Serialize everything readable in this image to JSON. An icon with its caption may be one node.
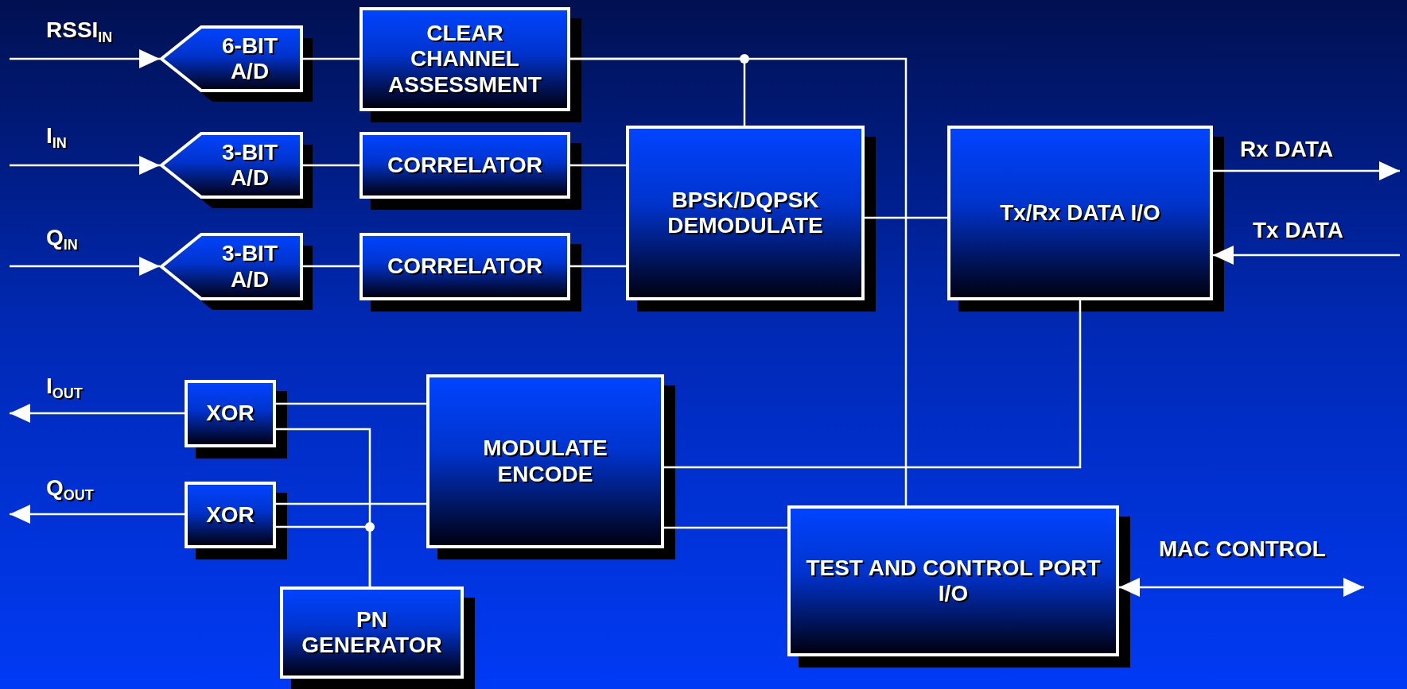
{
  "diagram": {
    "nodes": [
      {
        "text": [
          "6-BIT A/D"
        ]
      },
      {
        "text": [
          "CLEAR CHANNEL ASSESSMENT"
        ]
      },
      {
        "text": [
          "3-BIT A/D"
        ]
      },
      {
        "text": [
          "CORRELATOR"
        ]
      },
      {
        "text": [
          "BPSK/DQPSK DEMODULATE"
        ]
      },
      {
        "text": [
          "Tx/Rx DATA I/O"
        ]
      },
      {
        "text": [
          "3-BIT A/D"
        ]
      },
      {
        "text": [
          "CORRELATOR"
        ]
      },
      {
        "text": [
          "XOR"
        ]
      },
      {
        "text": [
          "MODULATE ENCODE"
        ]
      },
      {
        "text": [
          "XOR"
        ]
      },
      {
        "text": [
          "TEST AND CONTROL PORT I/O"
        ]
      },
      {
        "text": [
          "PN GENERATOR"
        ]
      }
    ],
    "edges": [
      {
        "from": null,
        "to": 0,
        "arrow": "to",
        "label": "RSSI$_{IN}$"
      },
      {
        "from": null,
        "to": 2,
        "arrow": "to",
        "label": "I$_{IN}$"
      },
      {
        "from": null,
        "to": 6,
        "arrow": "to",
        "label": "Q$_{IN}$"
      },
      {
        "from": 0,
        "to": 1,
        "arrow": "none"
      },
      {
        "from": 2,
        "to": 3,
        "arrow": "none"
      },
      {
        "from": 6,
        "to": 7,
        "arrow": "none"
      },
      {
        "from": 1,
        "to": 4,
        "arrow": "none"
      },
      {
        "from": 1,
        "to": 11,
        "arrow": "none"
      },
      {
        "from": 3,
        "to": 4,
        "arrow": "none"
      },
      {
        "from": 7,
        "to": 4,
        "arrow": "none"
      },
      {
        "from": 4,
        "to": 5,
        "arrow": "none"
      },
      {
        "from": 5,
        "to": 9,
        "arrow": "none"
      },
      {
        "from": 9,
        "to": 11,
        "arrow": "none"
      },
      {
        "from": 5,
        "to": null,
        "arrow": "to",
        "label": "Rx DATA"
      },
      {
        "from": null,
        "to": 5,
        "arrow": "to",
        "label": "Tx DATA"
      },
      {
        "from": 11,
        "to": null,
        "arrow": "both",
        "label": "MAC CONTROL"
      },
      {
        "from": 9,
        "to": 8,
        "arrow": "none"
      },
      {
        "from": 9,
        "to": 10,
        "arrow": "none"
      },
      {
        "from": 12,
        "to": 8,
        "arrow": "none"
      },
      {
        "from": 12,
        "to": 10,
        "arrow": "none"
      },
      {
        "from": 8,
        "to": null,
        "arrow": "to",
        "label": "I$_{OUT}$"
      },
      {
        "from": 10,
        "to": null,
        "arrow": "to",
        "label": "Q$_{OUT}$"
      }
    ]
  }
}
